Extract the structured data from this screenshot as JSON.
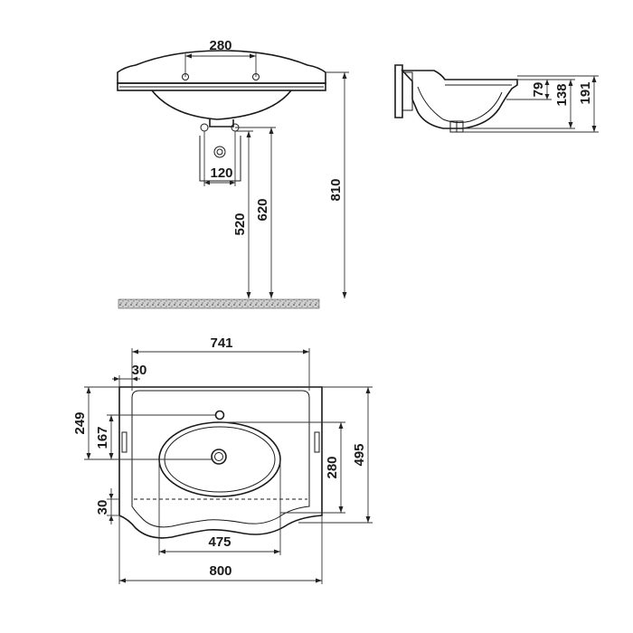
{
  "front_view": {
    "dim_tap_spacing": "280",
    "dim_waste_width": "120",
    "dim_waste_height": "520",
    "dim_supply_height": "620",
    "dim_total_height": "810"
  },
  "side_view": {
    "dim_bowl_depth": "79",
    "dim_bowl_height": "138",
    "dim_total_depth": "191"
  },
  "top_view": {
    "dim_inner_width": "741",
    "dim_edge_offset": "30",
    "dim_depth_total": "249",
    "dim_tap_to_center": "167",
    "dim_bowl_depth": "280",
    "dim_overall_depth": "495",
    "dim_front_offset": "30",
    "dim_bowl_width": "475",
    "dim_overall_width": "800"
  },
  "colors": {
    "line": "#1a1a1a",
    "floor": "#8a8a8a"
  }
}
